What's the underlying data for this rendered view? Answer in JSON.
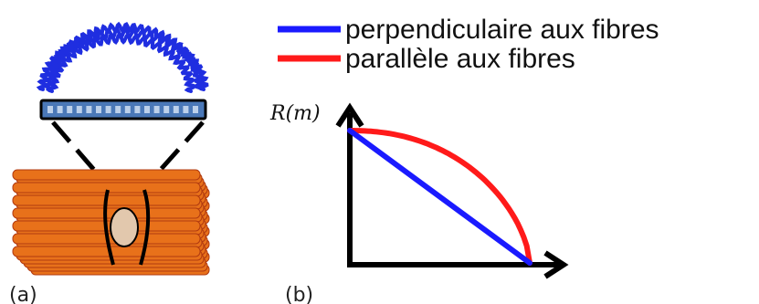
{
  "panel_a": {
    "label": "(a)"
  },
  "panel_b": {
    "label": "(b)"
  },
  "legend": {
    "items": [
      {
        "label": "perpendiculaire aux fibres",
        "color": "#1a1aff"
      },
      {
        "label": "parallèle aux fibres",
        "color": "#ff1a1a"
      }
    ]
  },
  "chart_data": {
    "type": "line",
    "ylabel": "R(m)",
    "xlabel": "",
    "series": [
      {
        "name": "perpendiculaire aux fibres",
        "color": "#1a1aff",
        "shape": "linear",
        "x": [
          0,
          1
        ],
        "y": [
          1,
          0
        ]
      },
      {
        "name": "parallèle aux fibres",
        "color": "#ff1a1a",
        "shape": "concave",
        "x": [
          0,
          0.25,
          0.5,
          0.75,
          0.9,
          1
        ],
        "y": [
          1,
          0.97,
          0.87,
          0.66,
          0.42,
          0
        ]
      }
    ],
    "xlim": [
      0,
      1
    ],
    "ylim": [
      0,
      1
    ],
    "grid": false
  },
  "colors": {
    "spring": "#1f2ee0",
    "bar_fill": "#4a78b8",
    "bar_squares": "#bcd0ea",
    "fibre_fill": "#e8711a",
    "fibre_stroke": "#b13a10",
    "cell": "#e2c8ad"
  }
}
